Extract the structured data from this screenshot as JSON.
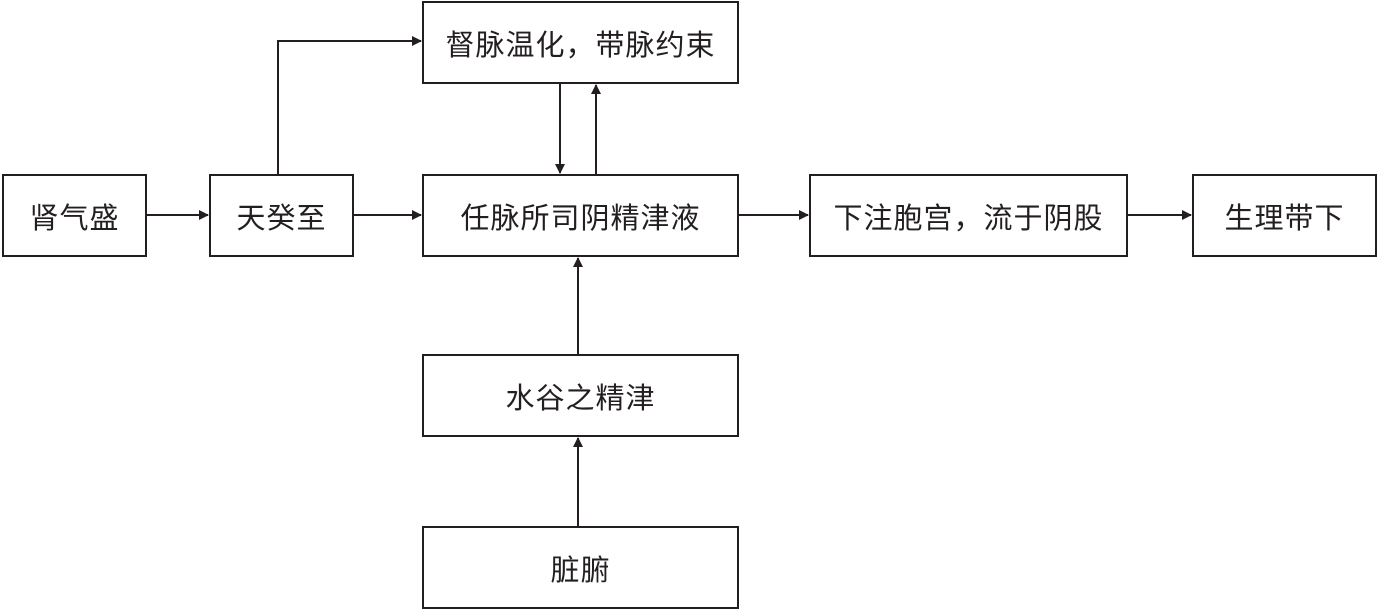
{
  "nodes": {
    "kidney": "肾气盛",
    "tiangui": "天癸至",
    "dumai": "督脉温化，带脉约束",
    "renmai": "任脉所司阴精津液",
    "flow": "下注胞宫，流于阴股",
    "physio": "生理带下",
    "grain": "水谷之精津",
    "organs": "脏腑"
  },
  "edges": [
    {
      "from": "kidney",
      "to": "tiangui"
    },
    {
      "from": "tiangui",
      "to": "dumai"
    },
    {
      "from": "tiangui",
      "to": "renmai"
    },
    {
      "from": "dumai",
      "to": "renmai"
    },
    {
      "from": "renmai",
      "to": "dumai"
    },
    {
      "from": "renmai",
      "to": "flow"
    },
    {
      "from": "flow",
      "to": "physio"
    },
    {
      "from": "grain",
      "to": "renmai"
    },
    {
      "from": "organs",
      "to": "grain"
    }
  ],
  "colors": {
    "stroke": "#231f20",
    "text": "#231f20",
    "background": "#ffffff"
  }
}
